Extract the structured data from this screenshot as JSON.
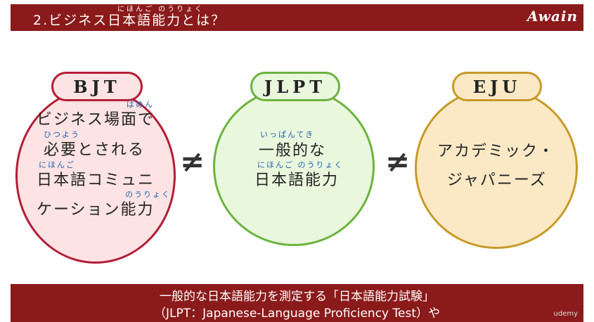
{
  "header": {
    "title": "2.ビジネス日本語能力とは？",
    "ruby": "にほんご のうりょく",
    "logo": "Awain"
  },
  "bjt": {
    "label": "BJT",
    "ruby1": "ばめん",
    "line1": "ビジネス場面で",
    "ruby2": "ひつよう",
    "line2": "必要とされる",
    "ruby3": "にほんご",
    "line3": "日本語コミュニ",
    "ruby4": "のうりょく",
    "line4": "ケーション能力"
  },
  "jlpt": {
    "label": "JLPT",
    "ruby1": "いっぱんてき",
    "line1": "一般的な",
    "ruby2": "にほんご のうりょく",
    "line2": "日本語能力"
  },
  "eju": {
    "label": "EJU",
    "line1": "アカデミック・",
    "line2": "ジャパニーズ"
  },
  "symbols": {
    "neq1": "≠",
    "neq2": "≠"
  },
  "footer": {
    "line1": "一般的な日本語能力を測定する「日本語能力試験」",
    "line2": "（JLPT：Japanese-Language Proficiency Test）や",
    "badge": "udemy"
  }
}
